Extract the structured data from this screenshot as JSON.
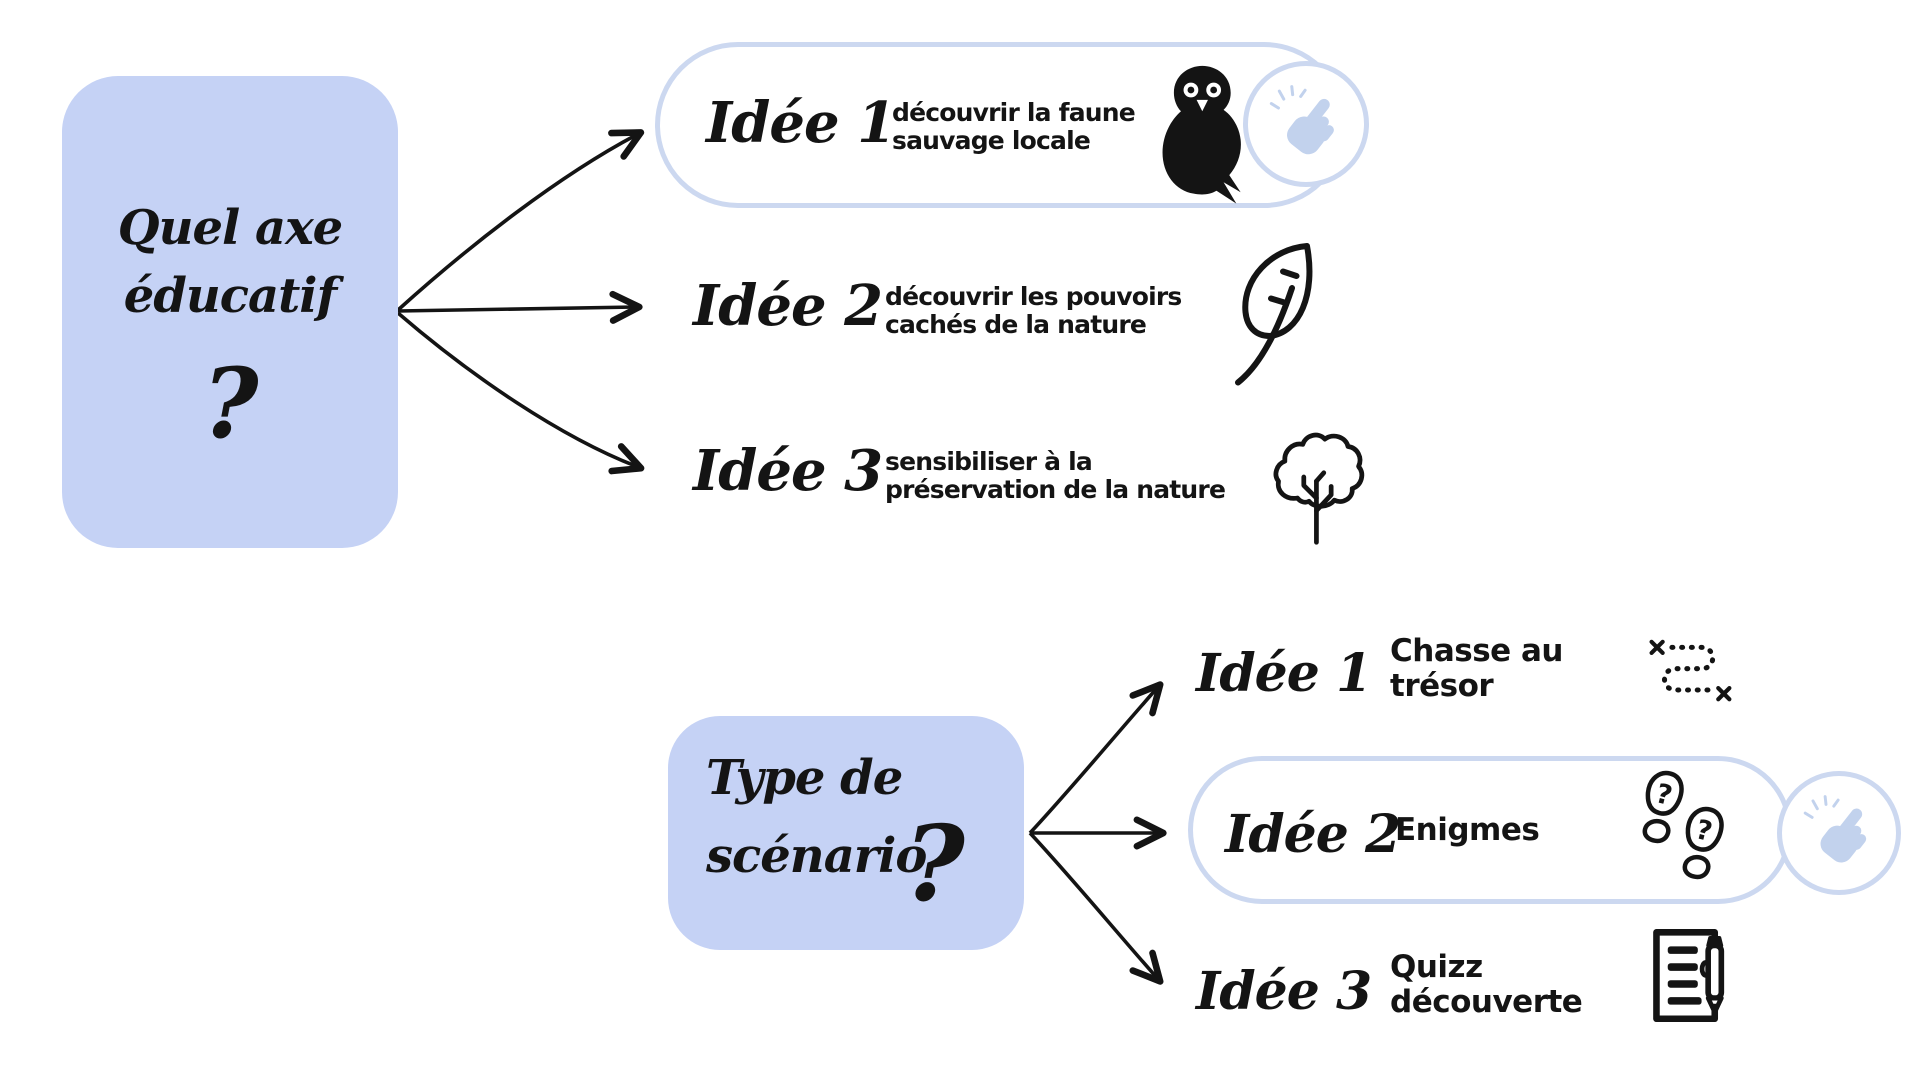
{
  "palette": {
    "bg": "#ffffff",
    "node_fill": "#c5d2f5",
    "card_border": "#ccd8f0",
    "cursor_fill": "#c2d2ed",
    "ink": "#141414"
  },
  "clusters": [
    {
      "id": "axe-educatif",
      "question": {
        "line1": "Quel axe",
        "line2": "éducatif",
        "mark": "?"
      },
      "ideas": [
        {
          "label": "Idée 1",
          "text_line1": "découvrir la faune",
          "text_line2": "sauvage locale",
          "icon": "owl-icon",
          "selected": true
        },
        {
          "label": "Idée 2",
          "text_line1": "découvrir les pouvoirs",
          "text_line2": "cachés de la nature",
          "icon": "leaf-icon",
          "selected": false
        },
        {
          "label": "Idée 3",
          "text_line1": "sensibiliser à la",
          "text_line2": "préservation de la nature",
          "icon": "tree-icon",
          "selected": false
        }
      ]
    },
    {
      "id": "type-scenario",
      "question": {
        "line1": "Type de",
        "line2": "scénario",
        "mark": "?"
      },
      "ideas": [
        {
          "label": "Idée 1",
          "text_line1": "Chasse au",
          "text_line2": "trésor",
          "icon": "treasure-path-icon",
          "selected": false
        },
        {
          "label": "Idée 2",
          "text_line1": "Enigmes",
          "text_line2": "",
          "icon": "footprints-icon",
          "selected": true
        },
        {
          "label": "Idée 3",
          "text_line1": "Quizz",
          "text_line2": "découverte",
          "icon": "quizz-document-icon",
          "selected": false
        }
      ]
    }
  ]
}
